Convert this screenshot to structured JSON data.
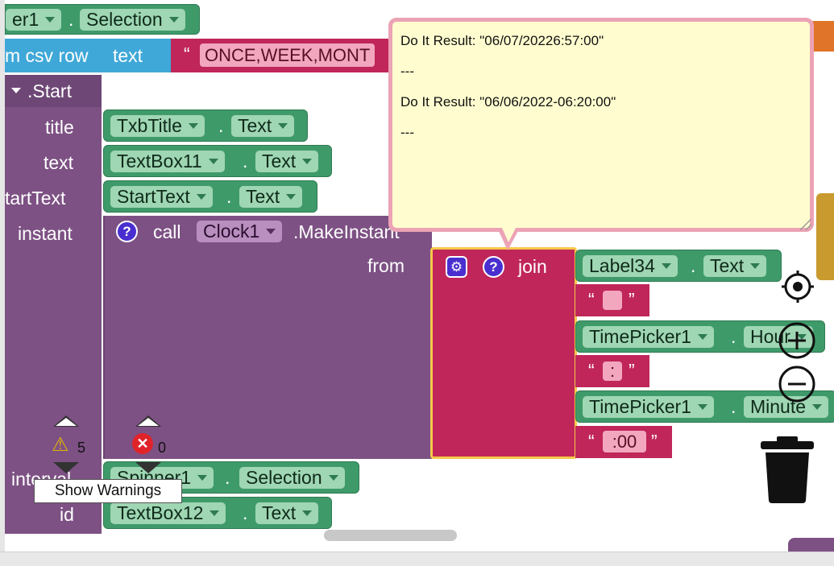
{
  "blocks": {
    "top_row": {
      "prefix": "er1",
      "dot": ".",
      "prop": "Selection"
    },
    "csv_row": {
      "label": "m csv row",
      "text_label": "text",
      "quote": "“",
      "value": "ONCE,WEEK,MONT"
    },
    "start_label": ".Start",
    "rows": [
      {
        "label": "title",
        "component": "TxbTitle",
        "dot": ".",
        "prop": "Text"
      },
      {
        "label": "text",
        "component": "TextBox11",
        "dot": ".",
        "prop": "Text"
      },
      {
        "label": "tartText",
        "component": "StartText",
        "dot": ".",
        "prop": "Text"
      }
    ],
    "instant": {
      "label": "instant",
      "call": "call",
      "component": "Clock1",
      "method": ".MakeInstant",
      "from": "from"
    },
    "join": {
      "label": "join",
      "items": [
        {
          "component": "Label34",
          "dot": ".",
          "prop": "Text"
        },
        {
          "open": "“",
          "value": "",
          "close": "”"
        },
        {
          "component": "TimePicker1",
          "dot": ".",
          "prop": "Hour"
        },
        {
          "open": "“",
          "value": ":",
          "close": "”"
        },
        {
          "component": "TimePicker1",
          "dot": ".",
          "prop": "Minute"
        },
        {
          "open": "“",
          "value": ":00",
          "close": "”"
        }
      ]
    },
    "interval": {
      "label": "interval",
      "component": "Spinner1",
      "dot": ".",
      "prop": "Selection"
    },
    "id_row": {
      "label": "id",
      "component": "TextBox12",
      "dot": ".",
      "prop": "Text"
    }
  },
  "bubble": {
    "lines": [
      "Do It Result: \"06/07/20226:57:00\"",
      "---",
      "Do It Result: \"06/06/2022-06:20:00\"",
      "---"
    ]
  },
  "warnings": {
    "warn_count": "5",
    "error_count": "0",
    "show_label": "Show Warnings"
  },
  "icons": [
    "question-icon",
    "gear-icon",
    "target-icon",
    "zoom-in-icon",
    "zoom-out-icon",
    "trash-icon",
    "warning-icon",
    "error-icon"
  ]
}
